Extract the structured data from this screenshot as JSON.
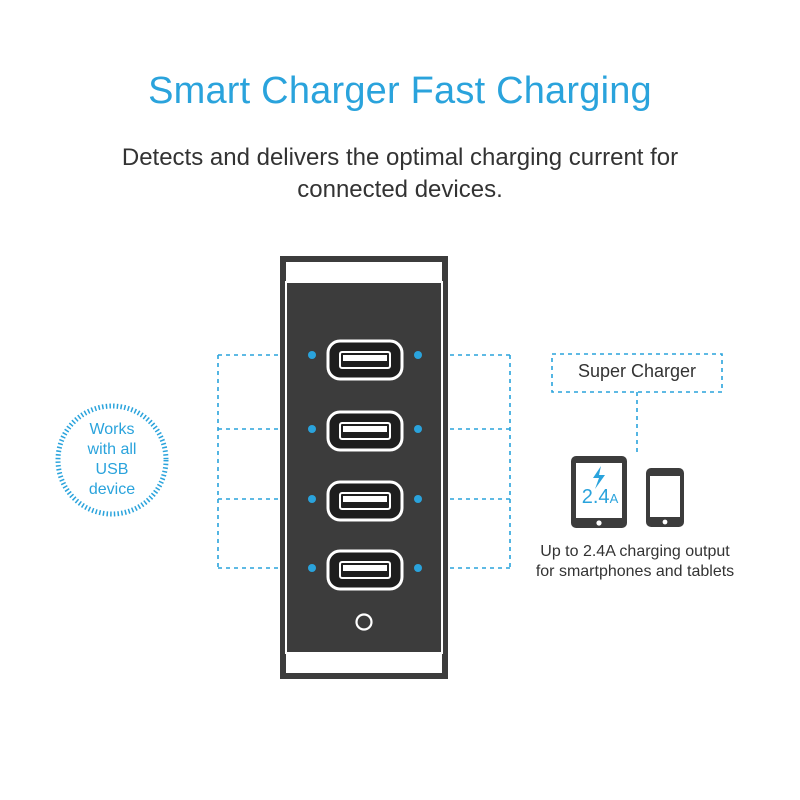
{
  "header": {
    "title": "Smart Charger  Fast Charging",
    "subtitle": "Detects and delivers the optimal charging current for connected devices."
  },
  "badge": {
    "lines": [
      "Works",
      "with all",
      "USB",
      "device"
    ],
    "icon": "circle-badge-icon"
  },
  "charger": {
    "port_count": 4,
    "icons": [
      "usb-port-icon",
      "power-indicator-icon"
    ]
  },
  "callout": {
    "label": "Super Charger",
    "tablet_amp_value": "2.4",
    "tablet_amp_unit": "A",
    "caption_line1": "Up to 2.4A charging output",
    "caption_line2": "for smartphones and tablets",
    "icons": [
      "tablet-icon",
      "lightning-icon",
      "smartphone-icon"
    ]
  },
  "colors": {
    "accent": "#2aa3dc",
    "text": "#333333",
    "device": "#3c3c3c"
  }
}
